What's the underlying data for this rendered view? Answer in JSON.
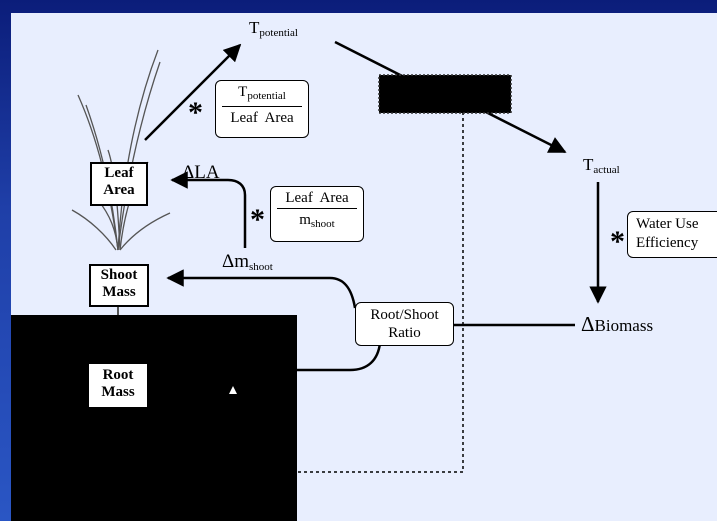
{
  "labels": {
    "t_potential_main": "T",
    "t_potential_sub": "potential",
    "t_actual_main": "T",
    "t_actual_sub": "actual",
    "delta": "Δ",
    "delta_la_text": "LA",
    "delta_m_main": "m",
    "delta_m_sub": "shoot",
    "delta_biomass_text": "Biomass"
  },
  "boxes": {
    "leaf_area": "Leaf\nArea",
    "shoot_mass": "Shoot\nMass",
    "root_mass": "Root\nMass",
    "root_shoot_ratio": "Root/Shoot\nRatio"
  },
  "fractions": {
    "tpot_leaf_area": {
      "num_main": "T",
      "num_sub": "potential",
      "den": "Leaf  Area"
    },
    "leaf_area_mshoot": {
      "num": "Leaf  Area",
      "den_main": "m",
      "den_sub": "shoot"
    },
    "water_use_efficiency": "Water Use\nEfficiency"
  },
  "operators": {
    "multiply": "*"
  },
  "colors": {
    "background_gradient_top": "#0b1d7a",
    "background_gradient_bottom": "#2a56c4",
    "panel": "#e8eefe",
    "ink": "#000000"
  }
}
